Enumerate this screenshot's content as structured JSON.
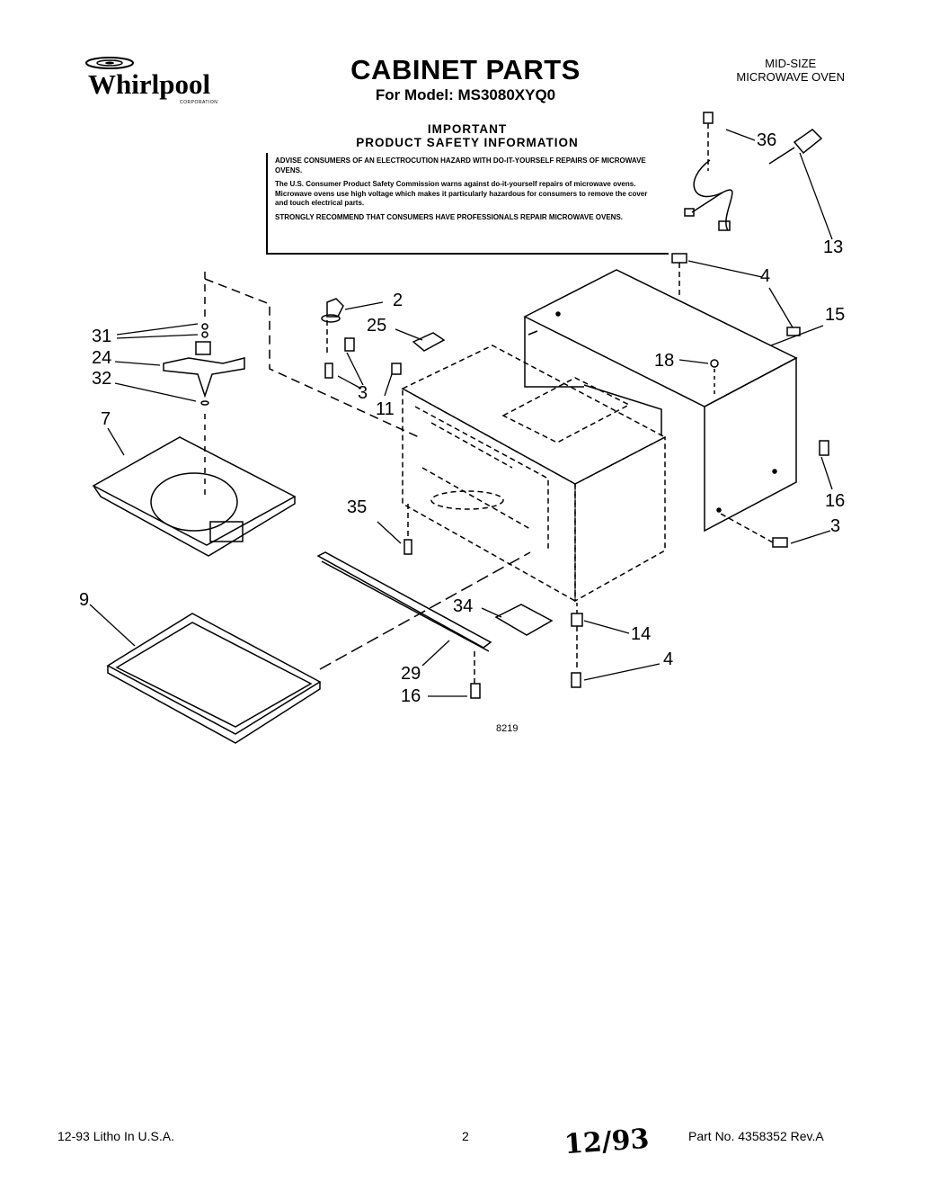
{
  "header": {
    "brand": "Whirlpool",
    "brand_sub": "CORPORATION",
    "title": "CABINET PARTS",
    "subtitle": "For Model: MS3080XYQ0",
    "category_line1": "MID-SIZE",
    "category_line2": "MICROWAVE OVEN"
  },
  "safety": {
    "heading_line1": "IMPORTANT",
    "heading_line2": "PRODUCT SAFETY INFORMATION",
    "para1": "ADVISE CONSUMERS OF AN ELECTROCUTION HAZARD WITH DO-IT-YOURSELF REPAIRS OF MICROWAVE OVENS.",
    "para2": "The U.S. Consumer Product Safety Commission warns against do-it-yourself repairs of microwave ovens. Microwave ovens use high voltage which makes it particularly hazardous for consumers to remove the cover and touch electrical parts.",
    "para3": "STRONGLY RECOMMEND THAT CONSUMERS HAVE PROFESSIONALS REPAIR MICROWAVE OVENS."
  },
  "callouts": {
    "c36": "36",
    "c13": "13",
    "c2": "2",
    "c25": "25",
    "c4a": "4",
    "c15": "15",
    "c31": "31",
    "c24": "24",
    "c32": "32",
    "c18": "18",
    "c3a": "3",
    "c11": "11",
    "c7": "7",
    "c16a": "16",
    "c35": "35",
    "c3b": "3",
    "c9": "9",
    "c34": "34",
    "c14": "14",
    "c4b": "4",
    "c29": "29",
    "c16b": "16"
  },
  "drawing_number": "8219",
  "footer": {
    "print_info": "12-93 Litho In U.S.A.",
    "page_number": "2",
    "handwritten_date": "12/93",
    "part_number": "Part No. 4358352 Rev.A"
  }
}
